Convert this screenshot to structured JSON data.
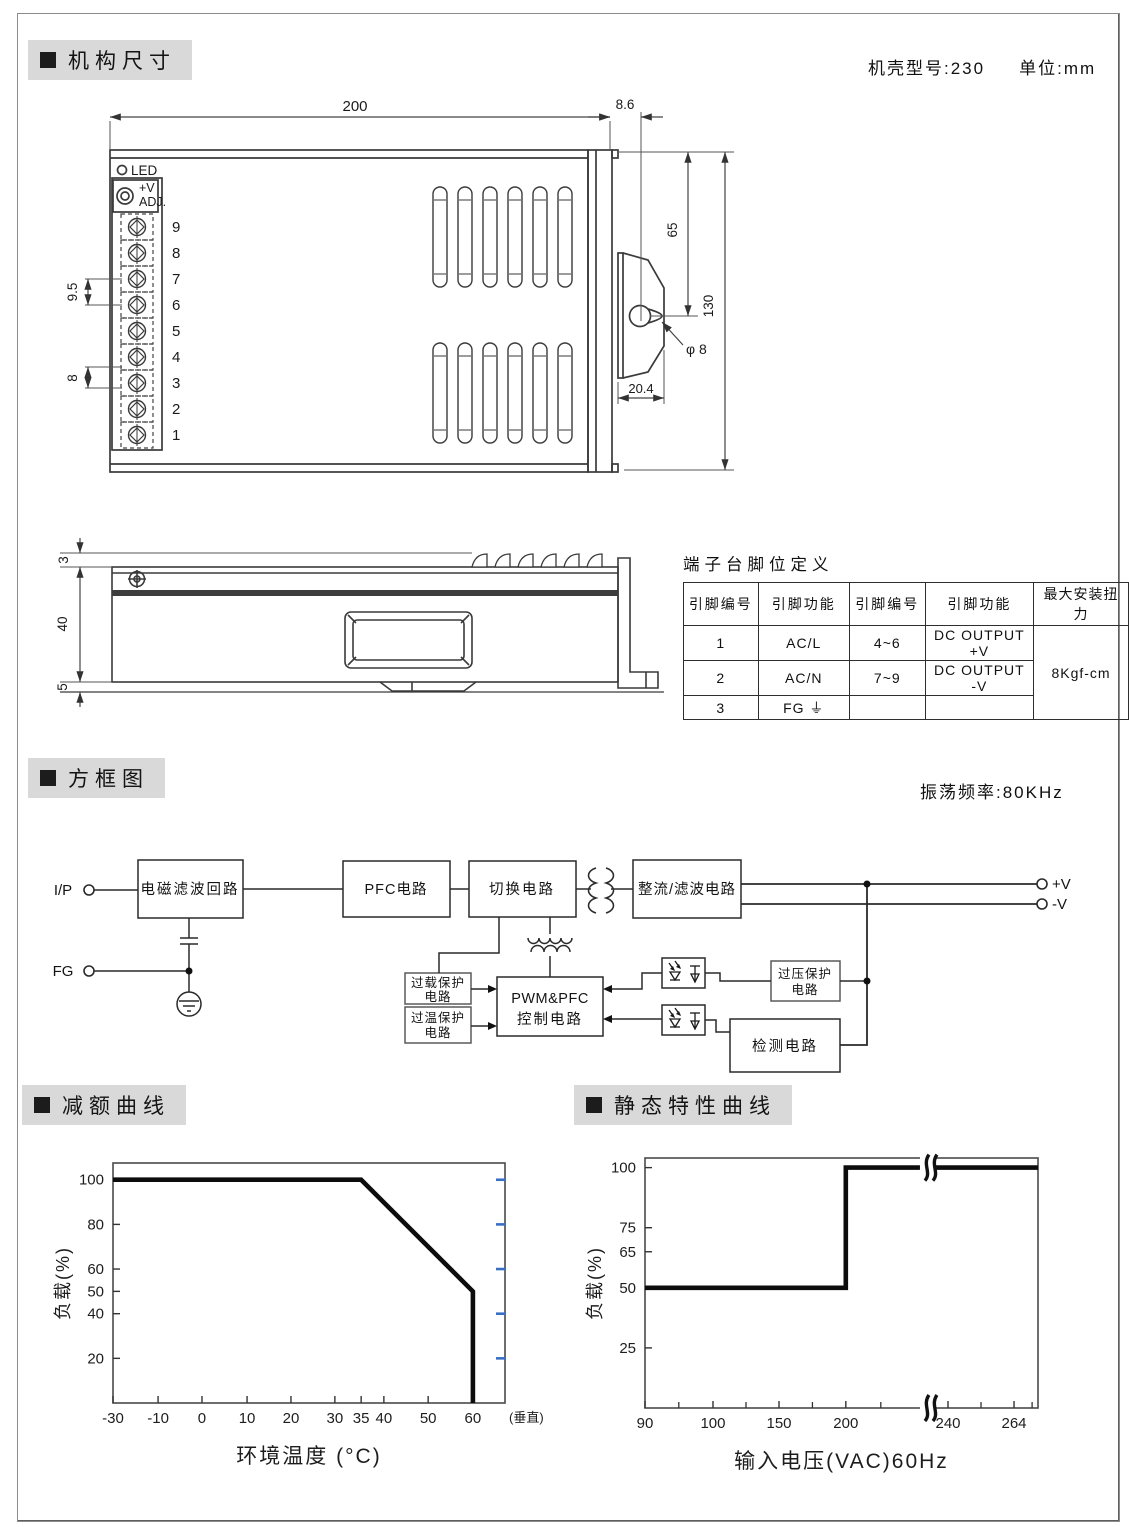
{
  "notes": {
    "case_model": "机壳型号:230",
    "unit": "单位:mm",
    "osc_freq": "振荡频率:80KHz"
  },
  "sections": {
    "mechanical": "机构尺寸",
    "block": "方框图",
    "derating": "减额曲线",
    "static_curve": "静态特性曲线"
  },
  "top_view": {
    "dims": {
      "body_width": "200",
      "bracket_offset": "8.6",
      "hole_to_top": "65",
      "overall_height": "130",
      "hole_dia": "φ 8",
      "bracket_depth": "20.4",
      "pitch_a": "9.5",
      "pitch_b": "8"
    },
    "led_label": "LED",
    "adj_label_1": "+V",
    "adj_label_2": "ADJ.",
    "pin_numbers": [
      "9",
      "8",
      "7",
      "6",
      "5",
      "4",
      "3",
      "2",
      "1"
    ]
  },
  "side_view": {
    "dims": {
      "louver_height": "3",
      "body_height": "40",
      "foot_height": "5"
    }
  },
  "pin_table": {
    "title": "端子台脚位定义",
    "headers": [
      "引脚编号",
      "引脚功能",
      "引脚编号",
      "引脚功能",
      "最大安装扭力"
    ],
    "rows": [
      [
        "1",
        "AC/L",
        "4~6",
        "DC OUTPUT +V"
      ],
      [
        "2",
        "AC/N",
        "7~9",
        "DC OUTPUT -V"
      ],
      [
        "3",
        "FG ⏚",
        "",
        ""
      ]
    ],
    "torque": "8Kgf-cm"
  },
  "block_diagram": {
    "input_label": "I/P",
    "fg_label": "FG",
    "out_pos": "+V",
    "out_neg": "-V",
    "emi": "电磁滤波回路",
    "pfc": "PFC电路",
    "switching": "切换电路",
    "rectifier": "整流/滤波电路",
    "pwm_1": "PWM&PFC",
    "pwm_2": "控制电路",
    "olp_1": "过载保护",
    "olp_2": "电路",
    "otp_1": "过温保护",
    "otp_2": "电路",
    "ovp_1": "过压保护",
    "ovp_2": "电路",
    "detect": "检测电路"
  },
  "chart_data": [
    {
      "type": "line",
      "title": "减额曲线",
      "xlabel": "环境温度 (°C)",
      "x_extra_label": "(垂直)",
      "ylabel": "负载(%)",
      "x_ticks": [
        {
          "label": "-30",
          "f": 0.0
        },
        {
          "label": "-10",
          "f": 0.115
        },
        {
          "label": "0",
          "f": 0.227
        },
        {
          "label": "10",
          "f": 0.342
        },
        {
          "label": "20",
          "f": 0.454
        },
        {
          "label": "30",
          "f": 0.566
        },
        {
          "label": "35",
          "f": 0.633
        },
        {
          "label": "40",
          "f": 0.691
        },
        {
          "label": "50",
          "f": 0.804
        },
        {
          "label": "60",
          "f": 0.918
        }
      ],
      "y_ticks": [
        {
          "label": "100",
          "v": 100
        },
        {
          "label": "80",
          "v": 80
        },
        {
          "label": "60",
          "v": 60
        },
        {
          "label": "50",
          "v": 50
        },
        {
          "label": "40",
          "v": 40
        },
        {
          "label": "20",
          "v": 20
        }
      ],
      "y_max": 107.5,
      "xlim": [
        -30,
        65
      ],
      "ylim": [
        0,
        107.5
      ],
      "grid": false,
      "legend": "none",
      "points": [
        [
          -30,
          100
        ],
        [
          35,
          100
        ],
        [
          60,
          50
        ],
        [
          60,
          0
        ]
      ],
      "points_f": [
        [
          0,
          100
        ],
        [
          0.633,
          100
        ],
        [
          0.918,
          50
        ],
        [
          0.918,
          0
        ]
      ],
      "right_ticks_v": [
        100,
        80,
        60,
        40,
        20
      ],
      "accent": "#3a6fc4"
    },
    {
      "type": "line",
      "title": "静态特性曲线",
      "xlabel": "输入电压(VAC)60Hz",
      "ylabel": "负载(%)",
      "x_ticks": [
        {
          "label": "90",
          "f": 0.0
        },
        {
          "label": "100",
          "f": 0.173
        },
        {
          "label": "150",
          "f": 0.341
        },
        {
          "label": "200",
          "f": 0.511
        },
        {
          "label": "240",
          "f": 0.771
        },
        {
          "label": "264",
          "f": 0.939
        }
      ],
      "minor_ticks_f": [
        0.086,
        0.257,
        0.426,
        0.6,
        0.855,
        0.985
      ],
      "y_ticks": [
        {
          "label": "100",
          "v": 100
        },
        {
          "label": "75",
          "v": 75
        },
        {
          "label": "65",
          "v": 65
        },
        {
          "label": "50",
          "v": 50
        },
        {
          "label": "25",
          "v": 25
        }
      ],
      "y_max": 104,
      "xlim": [
        90,
        270
      ],
      "ylim": [
        0,
        104
      ],
      "grid": false,
      "legend": "none",
      "axis_break_x": 230,
      "break_f": 0.72,
      "points": [
        [
          90,
          50
        ],
        [
          200,
          50
        ],
        [
          200,
          100
        ],
        [
          270,
          100
        ]
      ],
      "points_f": [
        [
          0,
          50
        ],
        [
          0.511,
          50
        ],
        [
          0.511,
          100
        ],
        [
          1.0,
          100
        ]
      ],
      "accent": "#3a6fc4"
    }
  ]
}
